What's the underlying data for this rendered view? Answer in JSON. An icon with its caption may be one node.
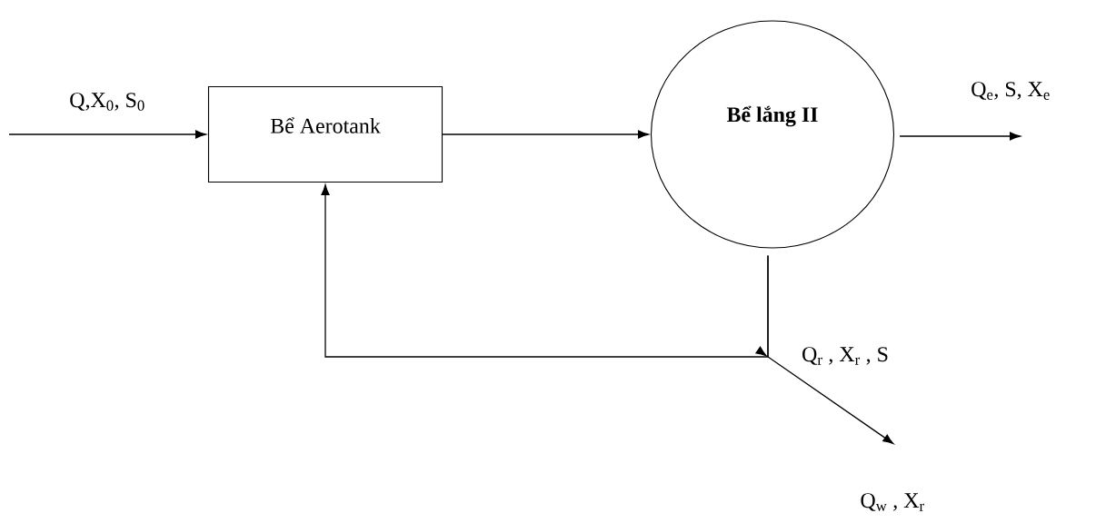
{
  "diagram": {
    "nodes": [
      {
        "text": [
          "Bể Aerotank"
        ]
      },
      {
        "text": [
          "Bể lắng II"
        ]
      }
    ],
    "edges": [
      {
        "from": null,
        "to": 0,
        "arrow": "to",
        "label": "Q,X$_{0}$, S$_{0}$"
      },
      {
        "from": 0,
        "to": 1,
        "arrow": "to"
      },
      {
        "from": 1,
        "to": null,
        "arrow": "to",
        "label": "Q$_{e}$, S, X$_{e}$"
      },
      {
        "from": 1,
        "to": 0,
        "arrow": "to"
      },
      {
        "from": 1,
        "to": null,
        "arrow": "to",
        "label": "Q$_{w}$ , X$_{r}$"
      }
    ],
    "labels": [
      "Q$_{r}$ , X$_{r}$ , S"
    ]
  }
}
